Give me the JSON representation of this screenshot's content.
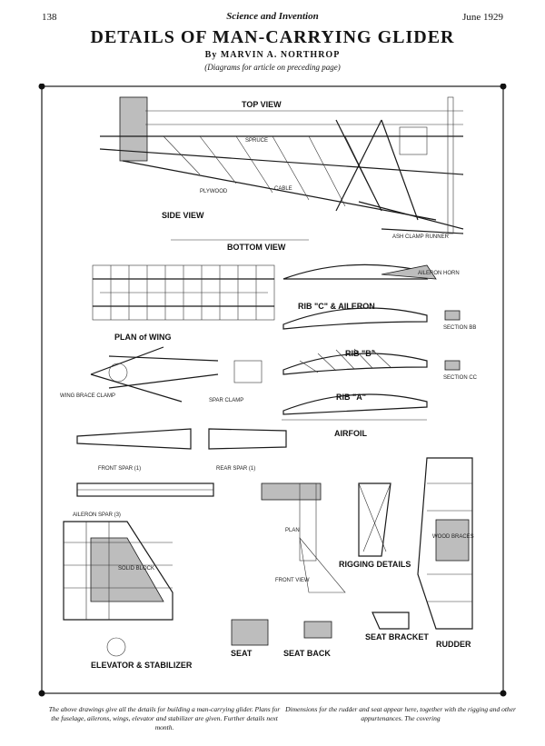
{
  "header": {
    "page_number": "138",
    "magazine": "Science and Invention",
    "date": "June 1929"
  },
  "article": {
    "title": "DETAILS OF MAN-CARRYING GLIDER",
    "byline": "By MARVIN A. NORTHROP",
    "note": "(Diagrams for article on preceding page)"
  },
  "plate_labels": {
    "top_view": "TOP VIEW",
    "side_view": "SIDE VIEW",
    "bottom_view": "BOTTOM VIEW",
    "plan_of_wing": "PLAN of WING",
    "rib_c_aileron": "RIB \"C\" & AILERON",
    "rib_b": "RIB \"B\"",
    "rib_a": "RIB \"A\"",
    "airfoil": "AIRFOIL",
    "front_spar": "FRONT SPAR (1)",
    "rear_spar": "REAR SPAR (1)",
    "aileron_spar": "AILERON SPAR (3)",
    "plan": "PLAN",
    "front_view": "FRONT VIEW",
    "rigging_details": "RIGGING DETAILS",
    "elevator_stabilizer": "ELEVATOR & STABILIZER",
    "seat": "SEAT",
    "seat_back": "SEAT BACK",
    "seat_bracket": "SEAT BRACKET",
    "rudder": "RUDDER",
    "wing_brace_clamp": "WING BRACE CLAMP",
    "spar_clamp": "SPAR CLAMP",
    "plywood": "PLYWOOD",
    "spruce": "SPRUCE",
    "cable": "CABLE",
    "ash_runner": "ASH CLAMP RUNNER",
    "section_bb": "SECTION BB",
    "section_cc": "SECTION CC",
    "solid_block": "SOLID BLOCK",
    "wood_braces": "WOOD BRACES",
    "aileron_horn": "AILERON HORN"
  },
  "caption": {
    "left": "The above drawings give all the details for building a man-carrying glider. Plans for the fuselage, ailerons, wings, elevator and stabilizer are given. Further details next month.",
    "right": "Dimensions for the rudder and seat appear here, together with the rigging and other appurtenances. The covering"
  }
}
